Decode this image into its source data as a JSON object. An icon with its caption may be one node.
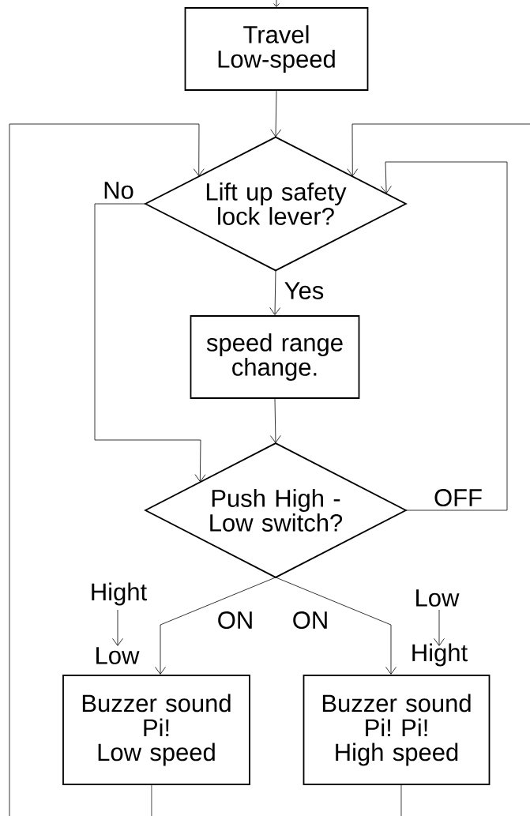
{
  "diagram": {
    "nodes": [
      {
        "text": [
          "Travel Low-speed"
        ]
      },
      {
        "text": [
          "Lift up safety lock lever?"
        ]
      },
      {
        "text": [
          "speed range change."
        ]
      },
      {
        "text": [
          "Push High - Low switch?"
        ]
      },
      {
        "text": [
          "Buzzer sound",
          "Pi!",
          "Low speed"
        ]
      },
      {
        "text": [
          "Buzzer sound",
          "Pi! Pi!",
          "High speed"
        ]
      }
    ],
    "edges": [
      {
        "from": null,
        "to": 0,
        "arrow": "to"
      },
      {
        "from": 0,
        "to": 1,
        "arrow": "to"
      },
      {
        "from": 1,
        "to": 2,
        "arrow": "to",
        "label": "Yes"
      },
      {
        "from": 1,
        "to": 3,
        "arrow": "to",
        "label": "No"
      },
      {
        "from": 2,
        "to": 3,
        "arrow": "to"
      },
      {
        "from": 3,
        "to": 1,
        "arrow": "to",
        "label": "OFF"
      },
      {
        "from": 3,
        "to": 4,
        "arrow": "to",
        "label": "ON"
      },
      {
        "from": 3,
        "to": 5,
        "arrow": "to",
        "label": "ON"
      },
      {
        "from": null,
        "to": 1,
        "arrow": "to"
      },
      {
        "from": null,
        "to": 1,
        "arrow": "to"
      },
      {
        "from": 4,
        "to": null,
        "arrow": "none"
      },
      {
        "from": 5,
        "to": null,
        "arrow": "none"
      }
    ],
    "labels": [
      "Hight",
      "Low",
      "Low",
      "Hight"
    ]
  }
}
